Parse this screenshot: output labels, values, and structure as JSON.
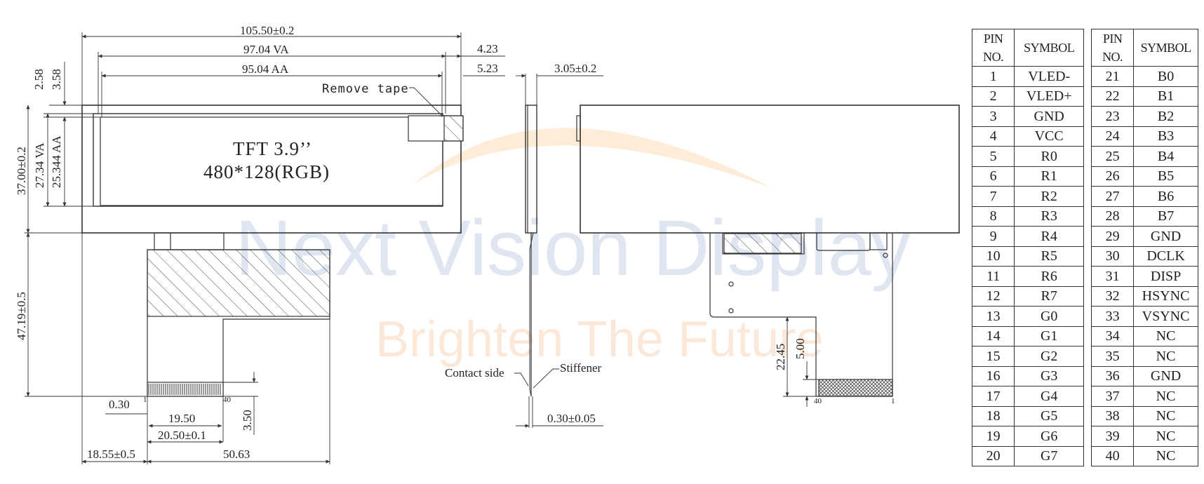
{
  "watermark": {
    "title": "Next Vision Display",
    "subtitle": "Brighten The Future",
    "colors": {
      "title": "#9fb2d6",
      "subtitle": "#f4b07a",
      "arc": "#fbdcb8"
    }
  },
  "front_view": {
    "display_line1": "TFT 3.9’’",
    "display_line2": "480*128(RGB)",
    "remove_tape": "Remove tape",
    "dims": {
      "outline_width": "105.50±0.2",
      "va_width": "97.04 VA",
      "aa_width": "95.04 AA",
      "right_va": "4.23",
      "right_aa": "5.23",
      "top_va": "2.58",
      "top_aa": "3.58",
      "outline_height": "37.00±0.2",
      "va_height": "27.34 VA",
      "aa_height": "25.344 AA",
      "fpc_length": "47.19±0.5",
      "pin_pitch": "0.30",
      "pins_span": "19.50",
      "connector_width": "20.50±0.1",
      "contact_length": "3.50",
      "fpc_offset": "18.55±0.5",
      "fpc_width": "50.63"
    },
    "pin_first": "1",
    "pin_last": "40"
  },
  "side_view": {
    "thickness": "3.05±0.2",
    "fpc_thickness": "0.30±0.05",
    "contact_side": "Contact side",
    "stiffener": "Stiffener"
  },
  "back_view": {
    "dim_a": "22.45",
    "dim_b": "5.00",
    "pin_first": "1",
    "pin_last": "40"
  },
  "pin_table": {
    "headers": [
      "PIN NO.",
      "SYMBOL"
    ],
    "left": [
      [
        "1",
        "VLED-"
      ],
      [
        "2",
        "VLED+"
      ],
      [
        "3",
        "GND"
      ],
      [
        "4",
        "VCC"
      ],
      [
        "5",
        "R0"
      ],
      [
        "6",
        "R1"
      ],
      [
        "7",
        "R2"
      ],
      [
        "8",
        "R3"
      ],
      [
        "9",
        "R4"
      ],
      [
        "10",
        "R5"
      ],
      [
        "11",
        "R6"
      ],
      [
        "12",
        "R7"
      ],
      [
        "13",
        "G0"
      ],
      [
        "14",
        "G1"
      ],
      [
        "15",
        "G2"
      ],
      [
        "16",
        "G3"
      ],
      [
        "17",
        "G4"
      ],
      [
        "18",
        "G5"
      ],
      [
        "19",
        "G6"
      ],
      [
        "20",
        "G7"
      ]
    ],
    "right": [
      [
        "21",
        "B0"
      ],
      [
        "22",
        "B1"
      ],
      [
        "23",
        "B2"
      ],
      [
        "24",
        "B3"
      ],
      [
        "25",
        "B4"
      ],
      [
        "26",
        "B5"
      ],
      [
        "27",
        "B6"
      ],
      [
        "28",
        "B7"
      ],
      [
        "29",
        "GND"
      ],
      [
        "30",
        "DCLK"
      ],
      [
        "31",
        "DISP"
      ],
      [
        "32",
        "HSYNC"
      ],
      [
        "33",
        "VSYNC"
      ],
      [
        "34",
        "NC"
      ],
      [
        "35",
        "NC"
      ],
      [
        "36",
        "GND"
      ],
      [
        "37",
        "NC"
      ],
      [
        "38",
        "NC"
      ],
      [
        "39",
        "NC"
      ],
      [
        "40",
        "NC"
      ]
    ]
  }
}
